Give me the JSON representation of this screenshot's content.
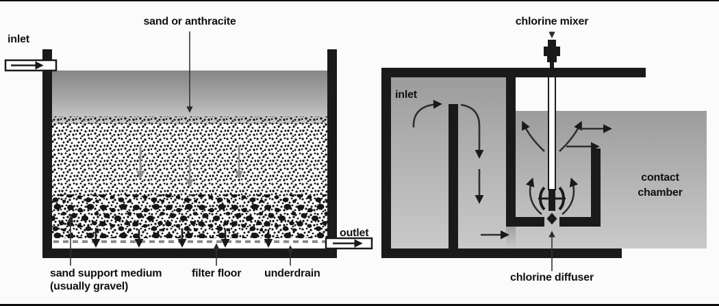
{
  "filter": {
    "media_label": "sand or anthracite",
    "inlet_label": "inlet",
    "outlet_label": "outlet",
    "support_label": "sand support medium",
    "support_sublabel": "(usually gravel)",
    "floor_label": "filter floor",
    "underdrain_label": "underdrain"
  },
  "chlorination": {
    "mixer_label": "chlorine mixer",
    "inlet_label": "inlet",
    "chamber_label": "contact chamber",
    "diffuser_label": "chlorine diffuser"
  },
  "colors": {
    "structure": "#1a1a1a",
    "water_dark": "#8f8f8f",
    "water_light": "#c9c9c9",
    "background": "#fbfbfb"
  }
}
